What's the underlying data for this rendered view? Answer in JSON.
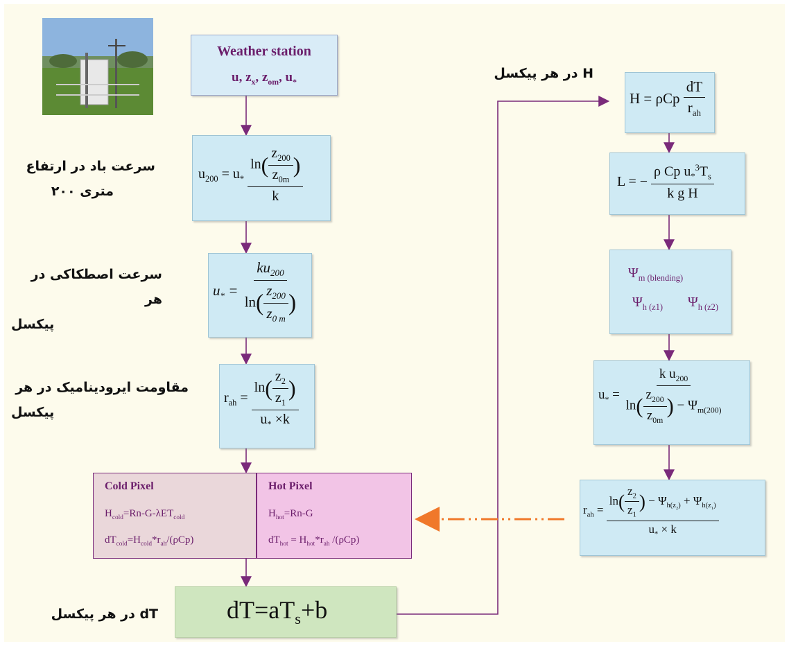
{
  "weather_station": {
    "title": "Weather station",
    "params": "u, z_x, z_om, u_*"
  },
  "labels": {
    "wind_200_line1": "سرعت باد در ارتفاع",
    "wind_200_line2": "متری ۲۰۰",
    "friction_line1": "سرعت اصطکاکی در هر",
    "friction_line2": "پیکسل",
    "aero_line1": "مقاومت ایرودینامیک در هر",
    "aero_line2": "پیکسل",
    "dt_label": "dT در هر پیکسل",
    "h_label": "H در هر پیکسل"
  },
  "equations": {
    "u200_lhs": "u",
    "u200_sub": "200",
    "u200_eq": "= u",
    "ustar_lhs": "u",
    "rah_lhs": "r",
    "rah_sub": "ah",
    "ln": "ln",
    "k": "k",
    "ku200_k": "ku",
    "z200": "z",
    "z0m": "z",
    "z2": "z",
    "z1": "z",
    "ustar_x_k": "u",
    "dt_formula": "dT=aT",
    "dt_formula_tail": "+b",
    "H_lhs": "H = ρCp",
    "H_num": "dT",
    "H_den": "r",
    "L_lhs": "L = −",
    "L_num": "ρ Cp u",
    "L_den": "k g H",
    "psi_m_blending": "Ψ",
    "psi_m_sub": "m (blending)",
    "psi_h_z1_sub": "h (z1)",
    "psi_h_z2_sub": "h (z2)",
    "ustar2_num": "k u",
    "ustar2_psi": "− Ψ",
    "ustar2_psi_sub": "m(200)"
  },
  "cold_pixel": {
    "title": "Cold Pixel",
    "line1": "H",
    "line1_sub": "cold",
    "line1_rest": "=Rn-G-λET",
    "line1_sub2": "cold",
    "line2": "dT",
    "line2_sub": "cold",
    "line2_mid": "=H",
    "line2_sub2": "cold",
    "line2_rest": "*r",
    "line2_sub3": "ah",
    "line2_end": "/(ρCp)"
  },
  "hot_pixel": {
    "title": "Hot Pixel",
    "line1": "H",
    "line1_sub": "hot",
    "line1_rest": "=Rn-G",
    "line2": "dT",
    "line2_sub": "hot",
    "line2_mid": " = H",
    "line2_sub2": "hot",
    "line2_rest": "*r",
    "line2_sub3": "ah",
    "line2_end": " /(ρCp)"
  },
  "colors": {
    "box_blue": "#cfeaf4",
    "box_pink": "#f2c4e6",
    "box_rose": "#ead7da",
    "box_green": "#cfe6bf",
    "arrow_purple": "#7a2a7a",
    "arrow_orange": "#f0782a",
    "title_purple": "#6b1e6b"
  }
}
